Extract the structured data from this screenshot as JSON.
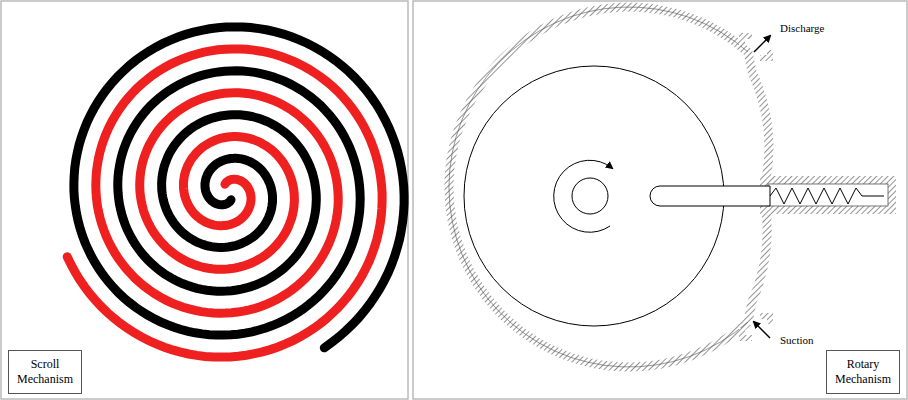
{
  "diagram": {
    "nodes": [
      {
        "text": [
          "Scroll Mechanism"
        ]
      },
      {
        "text": [
          "Rotary Mechanism"
        ]
      }
    ],
    "labels": [
      "Discharge",
      "Suction"
    ]
  }
}
